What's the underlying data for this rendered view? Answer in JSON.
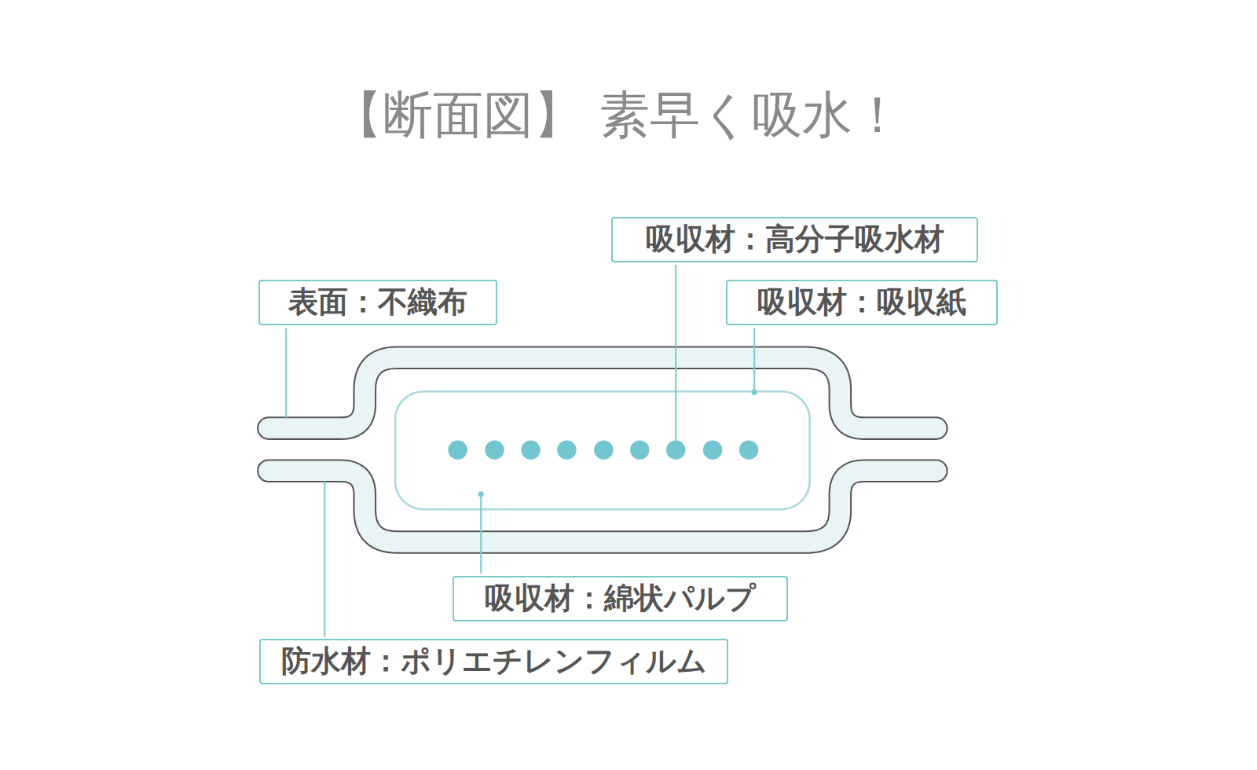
{
  "diagram": {
    "title": "【断面図】 素早く吸水！",
    "nodes": [
      {
        "text": [
          "吸収材：高分子吸水材"
        ]
      },
      {
        "text": [
          "表面：不織布"
        ]
      },
      {
        "text": [
          "吸収材：吸収紙"
        ]
      },
      {
        "text": [
          "吸収材：綿状パルプ"
        ]
      },
      {
        "text": [
          "防水材：ポリエチレンフィルム"
        ]
      }
    ]
  }
}
